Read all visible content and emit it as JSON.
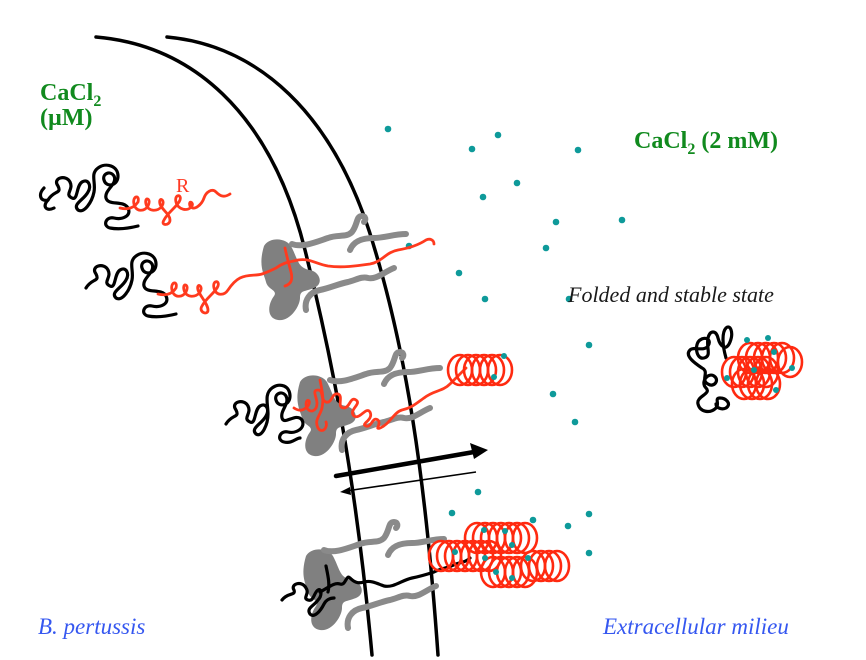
{
  "labels": {
    "cacl2_low_line1": "CaCl",
    "cacl2_low_sub": "2",
    "cacl2_low_line2": "(µM)",
    "cacl2_high_main": "CaCl",
    "cacl2_high_sub": "2",
    "cacl2_high_conc": " (2 mM)",
    "folded_state": "Folded and stable state",
    "region_label_R": "R",
    "left_compartment": "B. pertussis",
    "right_compartment": "Extracellular milieu"
  },
  "colors": {
    "calcium_label": "#118a1e",
    "compartment_label": "#3557f0",
    "rtx_chain": "#ff3a1e",
    "calcium_ion": "#0e9a9a",
    "secretion_machinery": "#808080",
    "catalytic_domain": "#000000"
  },
  "icons": {
    "membrane": "membrane-curve",
    "secretion_arrow_forward": "arrow-right-thick",
    "secretion_arrow_back": "arrow-left-thin",
    "calcium_ion": "dot"
  }
}
